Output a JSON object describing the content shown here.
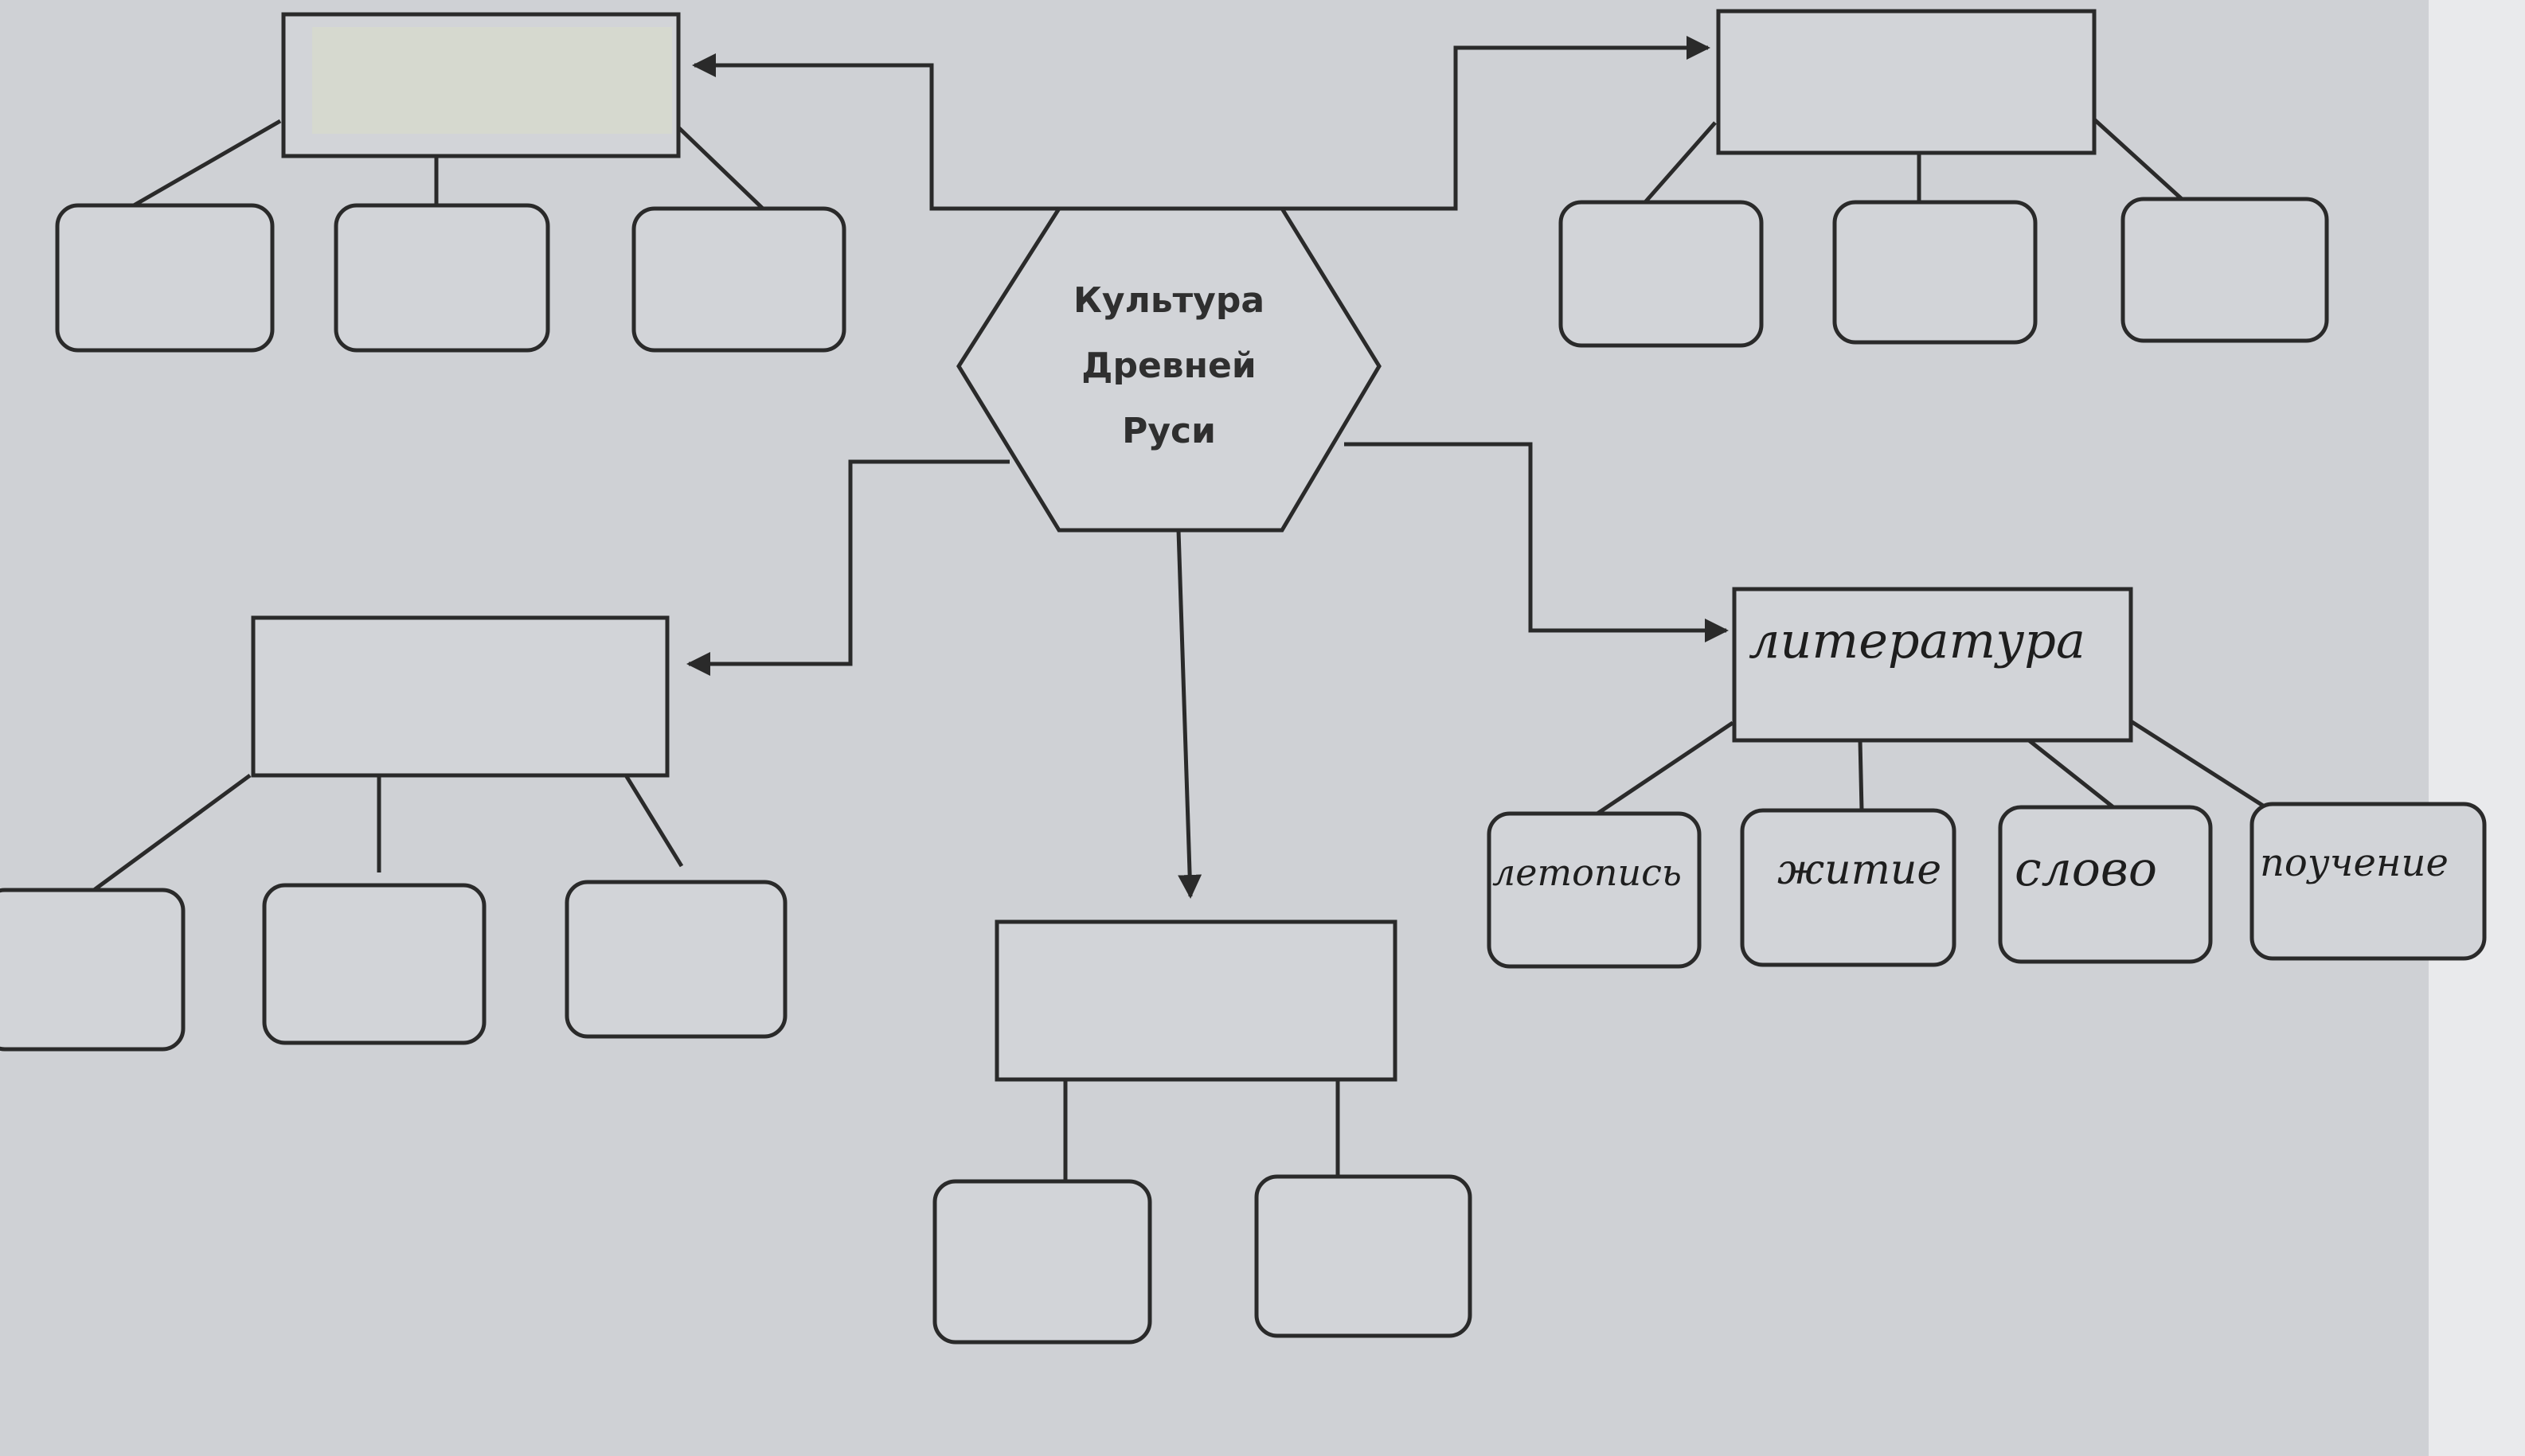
{
  "diagram": {
    "center_title_lines": [
      "Культура",
      "Древней",
      "Руси"
    ],
    "literature_branch": {
      "title": "литература",
      "items": [
        "летопись",
        "житие",
        "слово",
        "поучение"
      ]
    }
  },
  "colors": {
    "paper": "#c9cbcf",
    "box_fill": "#d2d4d8",
    "line": "#2a2a2a",
    "handwriting": "#1e1e1e"
  }
}
